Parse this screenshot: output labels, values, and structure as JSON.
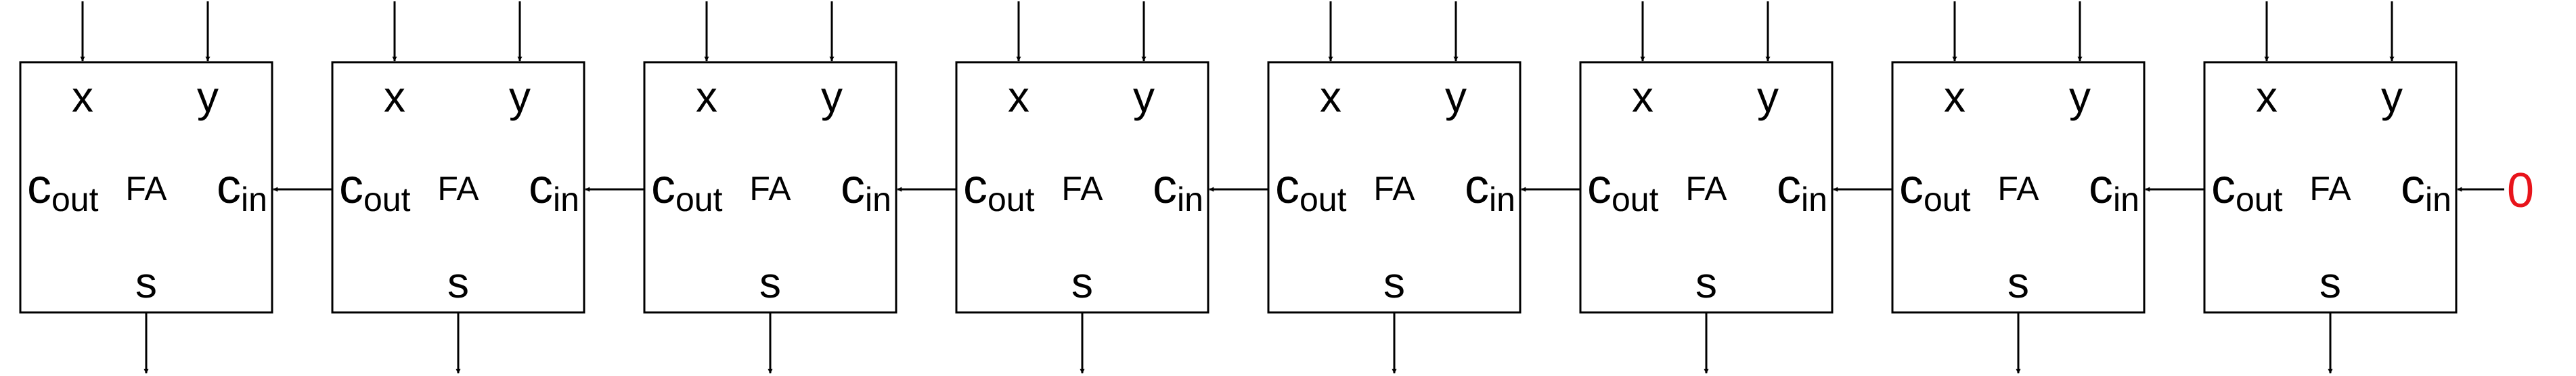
{
  "diagram": {
    "type": "ripple-carry-adder",
    "adders": [
      {
        "input_a": "x",
        "input_b": "y",
        "carry_out_main": "c",
        "carry_out_sub": "out",
        "label": "FA",
        "carry_in_main": "c",
        "carry_in_sub": "in",
        "sum": "s"
      },
      {
        "input_a": "x",
        "input_b": "y",
        "carry_out_main": "c",
        "carry_out_sub": "out",
        "label": "FA",
        "carry_in_main": "c",
        "carry_in_sub": "in",
        "sum": "s"
      },
      {
        "input_a": "x",
        "input_b": "y",
        "carry_out_main": "c",
        "carry_out_sub": "out",
        "label": "FA",
        "carry_in_main": "c",
        "carry_in_sub": "in",
        "sum": "s"
      },
      {
        "input_a": "x",
        "input_b": "y",
        "carry_out_main": "c",
        "carry_out_sub": "out",
        "label": "FA",
        "carry_in_main": "c",
        "carry_in_sub": "in",
        "sum": "s"
      },
      {
        "input_a": "x",
        "input_b": "y",
        "carry_out_main": "c",
        "carry_out_sub": "out",
        "label": "FA",
        "carry_in_main": "c",
        "carry_in_sub": "in",
        "sum": "s"
      },
      {
        "input_a": "x",
        "input_b": "y",
        "carry_out_main": "c",
        "carry_out_sub": "out",
        "label": "FA",
        "carry_in_main": "c",
        "carry_in_sub": "in",
        "sum": "s"
      },
      {
        "input_a": "x",
        "input_b": "y",
        "carry_out_main": "c",
        "carry_out_sub": "out",
        "label": "FA",
        "carry_in_main": "c",
        "carry_in_sub": "in",
        "sum": "s"
      },
      {
        "input_a": "x",
        "input_b": "y",
        "carry_out_main": "c",
        "carry_out_sub": "out",
        "label": "FA",
        "carry_in_main": "c",
        "carry_in_sub": "in",
        "sum": "s"
      }
    ],
    "initial_carry_in": "0",
    "colors": {
      "stroke": "#000000",
      "text": "#000000",
      "initial_carry": "#e8141b",
      "background": "#ffffff"
    }
  }
}
